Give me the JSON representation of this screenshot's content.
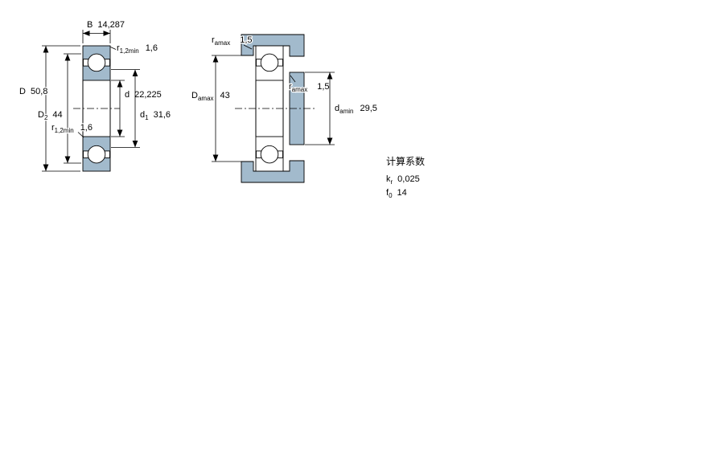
{
  "colors": {
    "steel_blue": "#a2bacc",
    "line": "#000000"
  },
  "left_view": {
    "B": {
      "sym": "B",
      "value": "14,287"
    },
    "r_top": {
      "sym": "r",
      "sub": "1,2min",
      "value": "1,6"
    },
    "D": {
      "sym": "D",
      "value": "50,8"
    },
    "D2": {
      "sym": "D",
      "sub": "2",
      "value": "44"
    },
    "d": {
      "sym": "d",
      "value": "22,225"
    },
    "d1": {
      "sym": "d",
      "sub": "1",
      "value": "31,6"
    },
    "r_bottom": {
      "sym": "r",
      "sub": "1,2min",
      "value": "1,6"
    }
  },
  "right_view": {
    "ra_top": {
      "sym": "r",
      "sub": "amax",
      "value": "1,5"
    },
    "Da": {
      "sym": "D",
      "sub": "amax",
      "value": "43"
    },
    "ra_mid": {
      "sym": "r",
      "sub": "amax",
      "value": "1,5"
    },
    "da": {
      "sym": "d",
      "sub": "amin",
      "value": "29,5"
    }
  },
  "factors": {
    "title": "计算系数",
    "rows": [
      {
        "sym": "k",
        "sub": "r",
        "value": "0,025"
      },
      {
        "sym": "f",
        "sub": "0",
        "value": "14"
      }
    ]
  }
}
